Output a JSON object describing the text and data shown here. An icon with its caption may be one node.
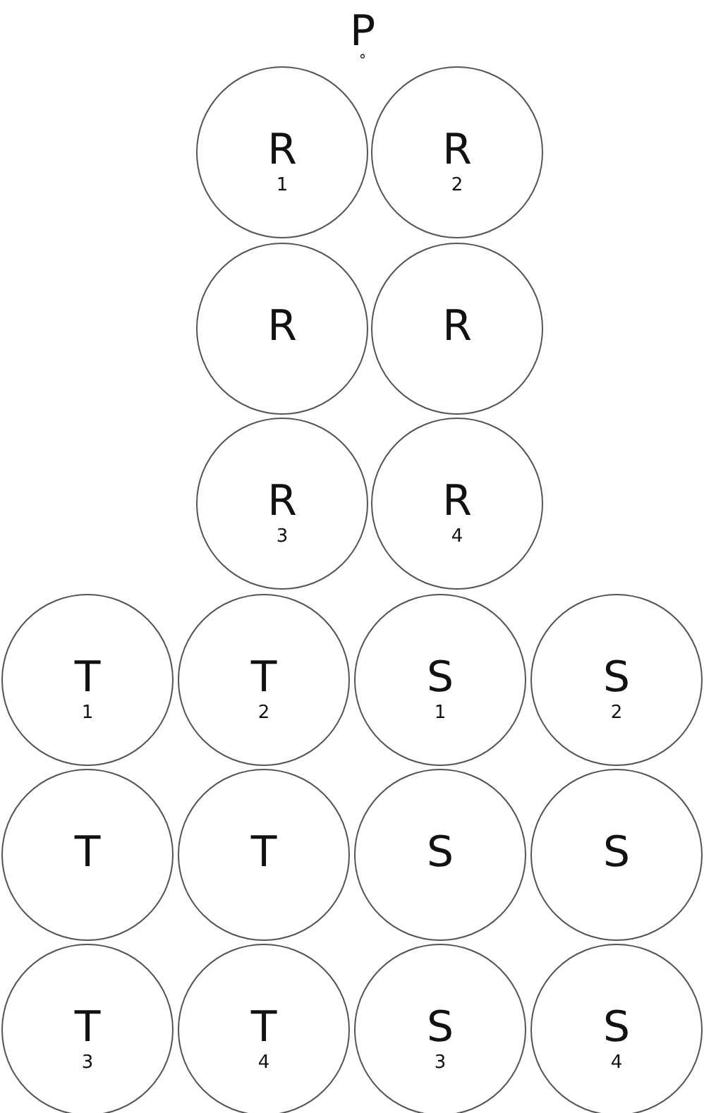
{
  "diagram": {
    "nodes": [
      {
        "text": [
          "R$_{1}$"
        ]
      },
      {
        "text": [
          "R$_{2}$"
        ]
      },
      {
        "text": [
          "R"
        ]
      },
      {
        "text": [
          "R"
        ]
      },
      {
        "text": [
          "R$_{3}$"
        ]
      },
      {
        "text": [
          "R$_{4}$"
        ]
      },
      {
        "text": [
          "T$_{1}$"
        ]
      },
      {
        "text": [
          "T$_{2}$"
        ]
      },
      {
        "text": [
          "S$_{1}$"
        ]
      },
      {
        "text": [
          "S$_{2}$"
        ]
      },
      {
        "text": [
          "T"
        ]
      },
      {
        "text": [
          "T"
        ]
      },
      {
        "text": [
          "S"
        ]
      },
      {
        "text": [
          "S"
        ]
      },
      {
        "text": [
          "T$_{3}$"
        ]
      },
      {
        "text": [
          "T$_{4}$"
        ]
      },
      {
        "text": [
          "S$_{3}$"
        ]
      },
      {
        "text": [
          "S$_{4}$"
        ]
      }
    ],
    "labels": [
      "P$_{∘}$"
    ]
  }
}
